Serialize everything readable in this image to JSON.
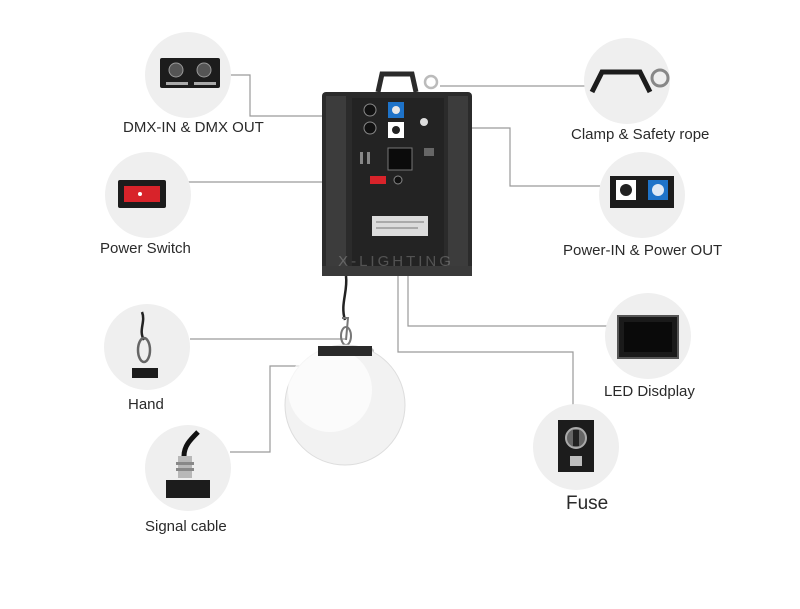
{
  "labels": {
    "dmx": "DMX-IN & DMX OUT",
    "power_switch": "Power Switch",
    "hand": "Hand",
    "signal_cable": "Signal cable",
    "clamp": "Clamp & Safety rope",
    "power_io": "Power-IN & Power OUT",
    "led_display": "LED Disdplay",
    "fuse": "Fuse"
  },
  "watermark": "X-LIGHTING",
  "icons": [
    "dmx-connector-icon",
    "rocker-switch-icon",
    "hook-icon",
    "cable-plug-icon",
    "clamp-ring-icon",
    "powercon-icon",
    "lcd-display-icon",
    "fuse-holder-icon"
  ],
  "colors": {
    "line": "#9a9a9a",
    "circle_bg": "#efefef",
    "device_body": "#2b2b2b",
    "switch_red": "#d8232a",
    "powercon_blue": "#1e73c9"
  }
}
